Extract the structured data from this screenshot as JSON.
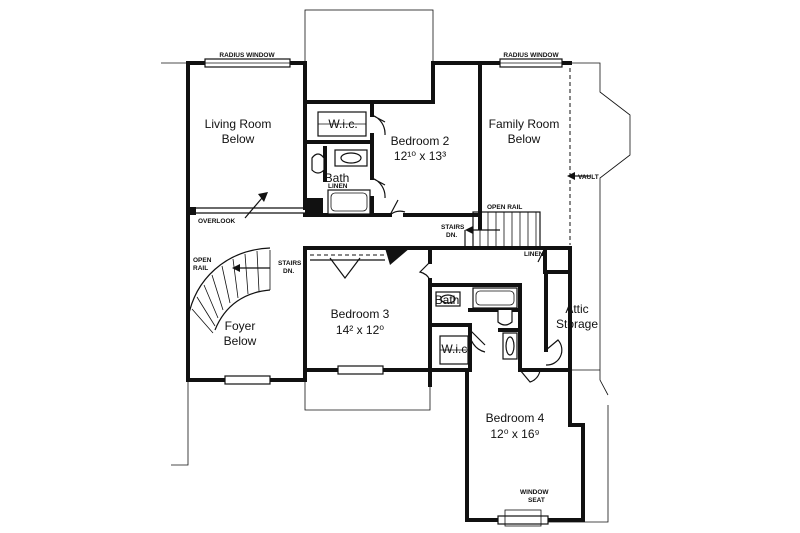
{
  "rooms": {
    "living_room": {
      "line1": "Living Room",
      "line2": "Below"
    },
    "family_room": {
      "line1": "Family Room",
      "line2": "Below"
    },
    "bedroom2": {
      "name": "Bedroom 2",
      "dim": "12¹⁰ x 13³"
    },
    "bedroom3": {
      "name": "Bedroom 3",
      "dim": "14² x 12⁰"
    },
    "bedroom4": {
      "name": "Bedroom 4",
      "dim": "12⁰ x 16⁹"
    },
    "foyer": {
      "line1": "Foyer",
      "line2": "Below"
    },
    "attic": {
      "line1": "Attic",
      "line2": "Storage"
    },
    "bath_upper": "Bath",
    "bath_lower": "Bath",
    "wic_upper": "W.i.c.",
    "wic_lower": "W.i.c."
  },
  "labels": {
    "radius_window_left": "RADIUS WINDOW",
    "radius_window_right": "RADIUS WINDOW",
    "overlook": "OVERLOOK",
    "open_rail_left_1": "OPEN",
    "open_rail_left_2": "RAIL",
    "stairs_left_1": "STAIRS",
    "stairs_left_2": "DN.",
    "stairs_right_1": "STAIRS",
    "stairs_right_2": "DN.",
    "open_rail_right": "OPEN RAIL",
    "vault": "VAULT",
    "linen_upper": "LINEN",
    "linen_right": "LINEN",
    "window_seat_1": "WINDOW",
    "window_seat_2": "SEAT"
  }
}
